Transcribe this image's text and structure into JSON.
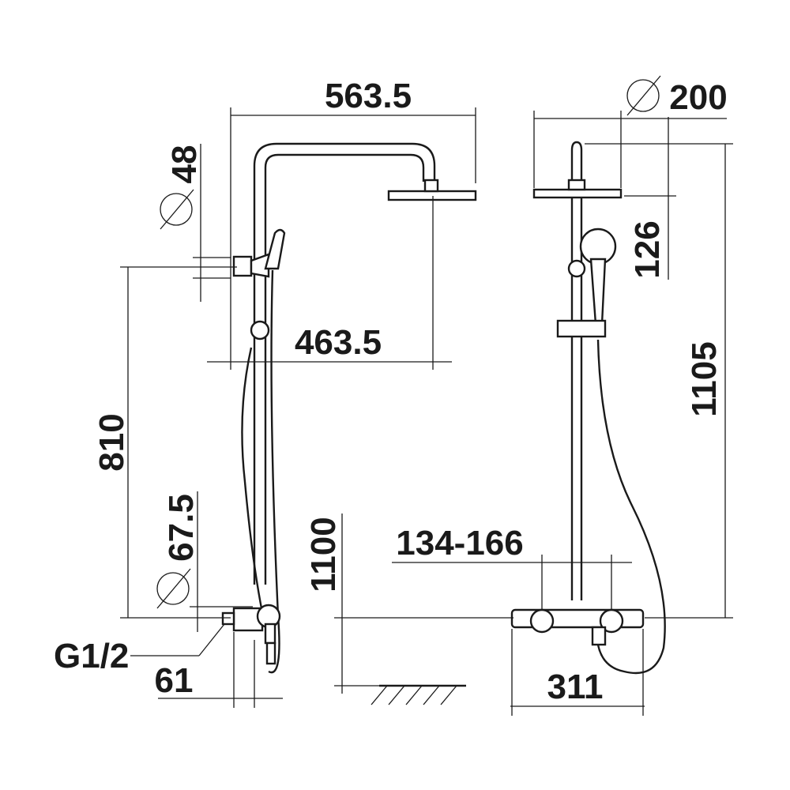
{
  "dimensions": {
    "arm_length": "563.5",
    "arm_projection": "463.5",
    "rail_diameter": "48",
    "rail_length": "810",
    "mixer_diameter": "67.5",
    "connection_thread": "G1/2",
    "wall_offset": "61",
    "mount_height": "1100",
    "centres": "134-166",
    "mixer_width": "311",
    "head_diameter": "200",
    "head_drop": "126",
    "total_height": "1105"
  }
}
